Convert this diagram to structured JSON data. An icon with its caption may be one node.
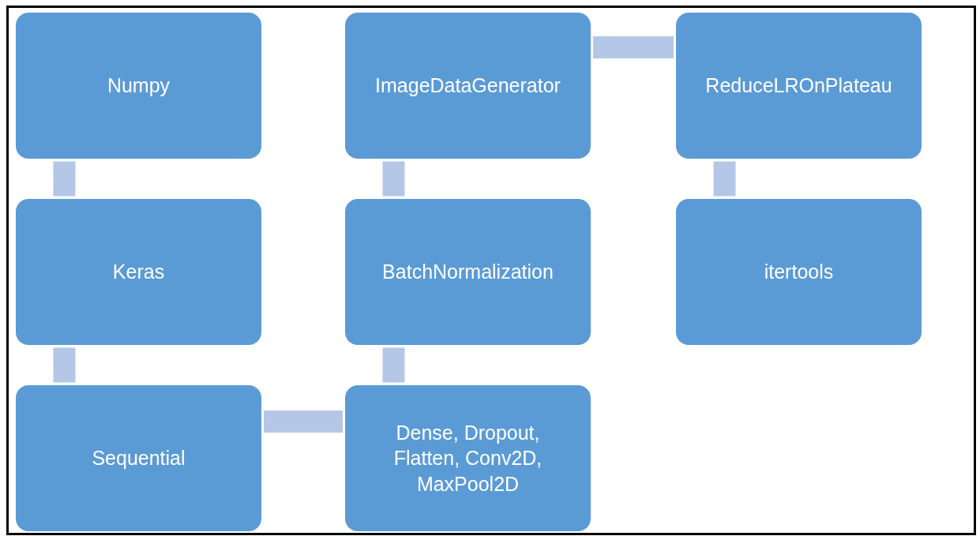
{
  "diagram": {
    "nodes": [
      {
        "text": [
          "Numpy"
        ]
      },
      {
        "text": [
          "ImageDataGenerator"
        ]
      },
      {
        "text": [
          "ReduceLROnPlateau"
        ]
      },
      {
        "text": [
          "Keras"
        ]
      },
      {
        "text": [
          "BatchNormalization"
        ]
      },
      {
        "text": [
          "itertools"
        ]
      },
      {
        "text": [
          "Sequential"
        ]
      },
      {
        "text": [
          "Dense, Dropout, Flatten, Conv2D, MaxPool2D"
        ]
      }
    ],
    "edges": [
      {
        "from": 0,
        "to": 3,
        "arrow": "none"
      },
      {
        "from": 3,
        "to": 6,
        "arrow": "none"
      },
      {
        "from": 6,
        "to": 7,
        "arrow": "none"
      },
      {
        "from": 7,
        "to": 4,
        "arrow": "none"
      },
      {
        "from": 4,
        "to": 1,
        "arrow": "none"
      },
      {
        "from": 1,
        "to": 2,
        "arrow": "none"
      },
      {
        "from": 2,
        "to": 5,
        "arrow": "none"
      }
    ]
  }
}
